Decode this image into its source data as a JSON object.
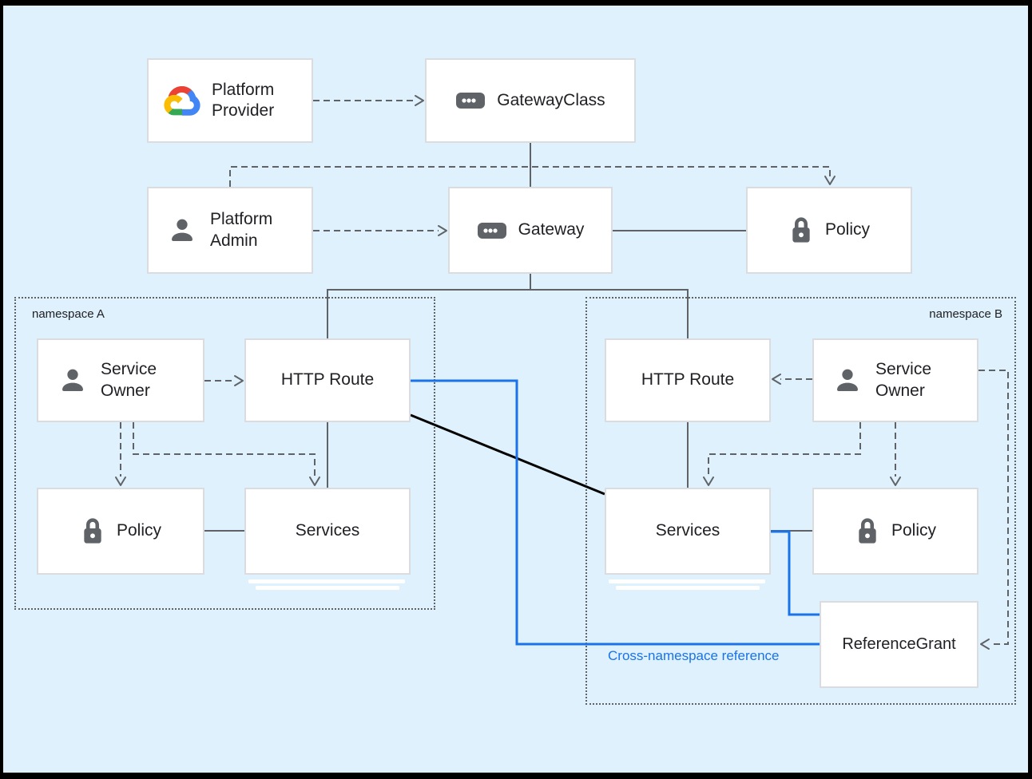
{
  "colors": {
    "background": "#DFF1FC",
    "frame": "#000000",
    "node_fill": "#FFFFFF",
    "node_border": "#DADCE0",
    "line_gray": "#5F6368",
    "line_blue": "#1A73E8",
    "line_black": "#000000",
    "text": "#202124"
  },
  "nodes": {
    "platform_provider": {
      "label": "Platform Provider",
      "icon": "google-cloud-logo"
    },
    "gateway_class": {
      "label": "GatewayClass",
      "icon": "resource-chip"
    },
    "platform_admin": {
      "label": "Platform Admin",
      "icon": "person"
    },
    "gateway": {
      "label": "Gateway",
      "icon": "resource-chip"
    },
    "policy_top": {
      "label": "Policy",
      "icon": "lock"
    },
    "service_owner_a": {
      "label": "Service Owner",
      "icon": "person"
    },
    "http_route_a": {
      "label": "HTTP Route"
    },
    "policy_a": {
      "label": "Policy",
      "icon": "lock"
    },
    "services_a": {
      "label": "Services"
    },
    "http_route_b": {
      "label": "HTTP Route"
    },
    "service_owner_b": {
      "label": "Service Owner",
      "icon": "person"
    },
    "services_b": {
      "label": "Services"
    },
    "policy_b": {
      "label": "Policy",
      "icon": "lock"
    },
    "reference_grant": {
      "label": "ReferenceGrant"
    }
  },
  "groups": {
    "namespace_a": {
      "label": "namespace A"
    },
    "namespace_b": {
      "label": "namespace B"
    }
  },
  "annotations": {
    "cross_namespace": {
      "label": "Cross-namespace reference",
      "color": "#1A73E8"
    }
  }
}
